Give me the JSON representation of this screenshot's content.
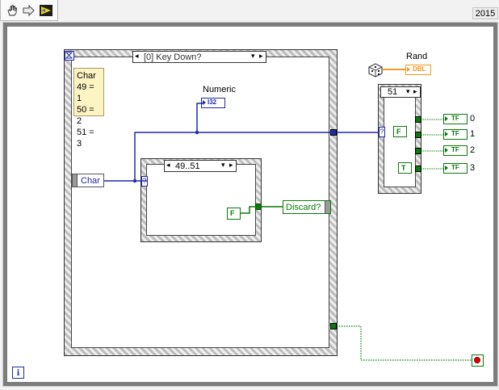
{
  "version_label": "2015",
  "toolbar": {
    "operate_icon": "hand-icon",
    "step_icon": "arrow-right-icon",
    "labview_icon": "labview-run-icon"
  },
  "event_structure": {
    "selector_label": "[0] Key Down?",
    "comment_lines": [
      "Char",
      "49 = 1",
      "50 = 2",
      "51 = 3"
    ],
    "event_data_node_label": "Char",
    "numeric_label": "Numeric",
    "numeric_type": "I32",
    "discard_label": "Discard?"
  },
  "inner_case": {
    "selector_label": "49..51",
    "false_const": "F"
  },
  "rand": {
    "label": "Rand",
    "type": "DBL"
  },
  "right_case": {
    "selector_label": "51",
    "false_const": "F",
    "true_const": "T",
    "indicators": [
      {
        "type": "TF",
        "label": "0"
      },
      {
        "type": "TF",
        "label": "1"
      },
      {
        "type": "TF",
        "label": "2"
      },
      {
        "type": "TF",
        "label": "3"
      }
    ]
  },
  "info_icon": "i",
  "colors": {
    "wire_numeric": "#1f2aa8",
    "wire_boolean": "#0a7a0a",
    "dbl_orange": "#f29a21",
    "structure_border": "#333333"
  }
}
